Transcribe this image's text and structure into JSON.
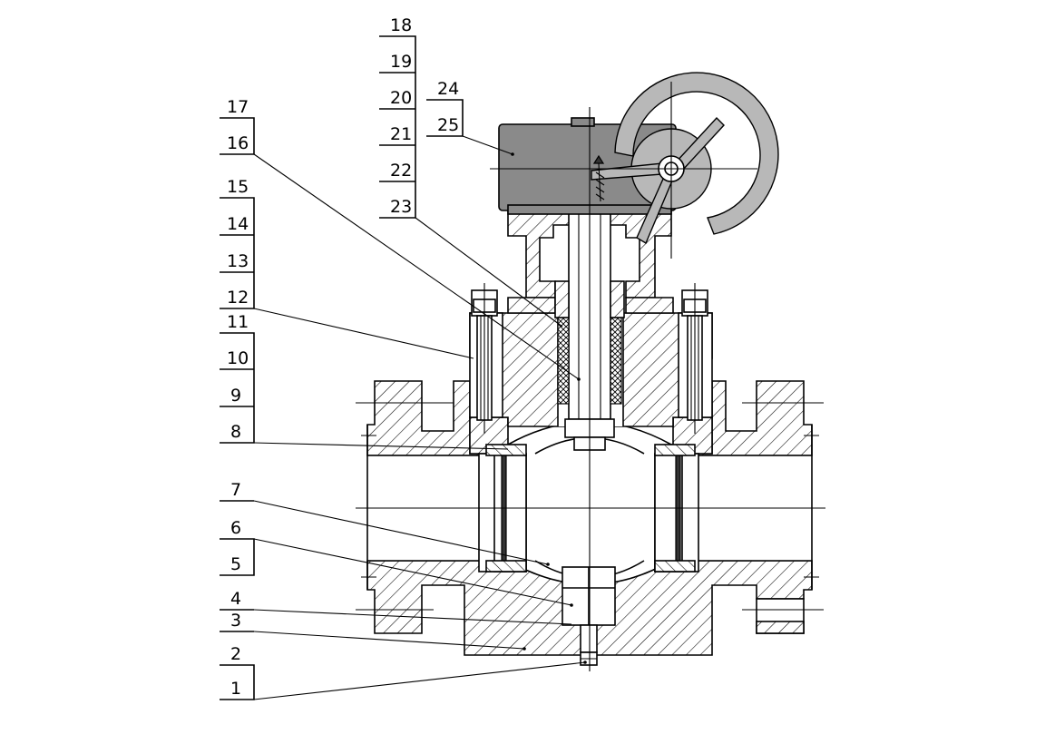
{
  "callouts": {
    "left_column": [
      {
        "label": "17"
      },
      {
        "label": "16"
      },
      {
        "label": "15"
      },
      {
        "label": "14"
      },
      {
        "label": "13"
      },
      {
        "label": "12"
      },
      {
        "label": "11"
      },
      {
        "label": "10"
      },
      {
        "label": "9"
      },
      {
        "label": "8"
      },
      {
        "label": "7"
      },
      {
        "label": "6"
      },
      {
        "label": "5"
      },
      {
        "label": "4"
      },
      {
        "label": "3"
      },
      {
        "label": "2"
      },
      {
        "label": "1"
      }
    ],
    "top_column": [
      {
        "label": "18"
      },
      {
        "label": "19"
      },
      {
        "label": "20"
      },
      {
        "label": "21"
      },
      {
        "label": "22"
      },
      {
        "label": "23"
      }
    ],
    "gear_column": [
      {
        "label": "24"
      },
      {
        "label": "25"
      }
    ]
  }
}
